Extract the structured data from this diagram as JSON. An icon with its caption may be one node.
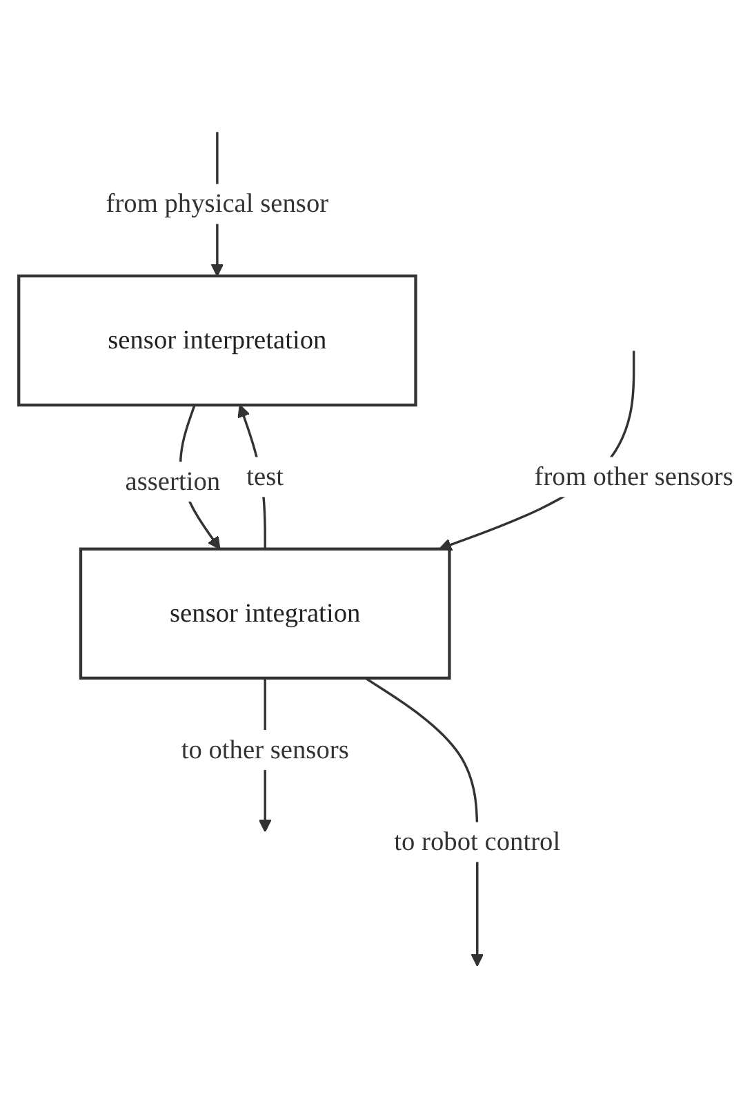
{
  "diagram": {
    "nodes": [
      {
        "text": [
          "sensor interpretation"
        ]
      },
      {
        "text": [
          "sensor integration"
        ]
      }
    ],
    "edges": [
      {
        "from": null,
        "to": 0,
        "arrow": "to",
        "label": "from physical sensor"
      },
      {
        "from": 0,
        "to": 1,
        "arrow": "to",
        "label": "assertion"
      },
      {
        "from": 1,
        "to": 0,
        "arrow": "to",
        "label": "test"
      },
      {
        "from": null,
        "to": 1,
        "arrow": "to",
        "label": "from other sensors"
      },
      {
        "from": 1,
        "to": null,
        "arrow": "to",
        "label": "to other sensors"
      },
      {
        "from": 1,
        "to": null,
        "arrow": "to",
        "label": "to robot control"
      }
    ]
  }
}
